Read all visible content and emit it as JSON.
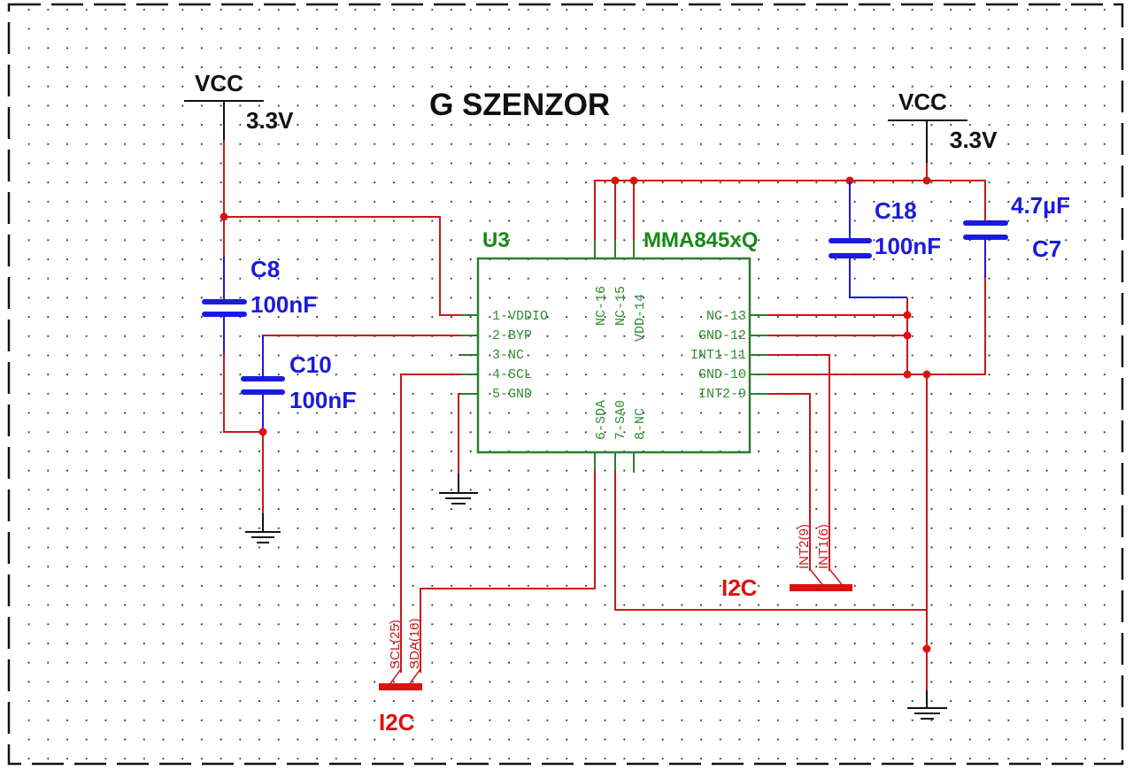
{
  "title": "G SZENZOR",
  "power": [
    {
      "id": "vcc-left",
      "name": "VCC",
      "voltage": "3.3V"
    },
    {
      "id": "vcc-right",
      "name": "VCC",
      "voltage": "3.3V"
    }
  ],
  "ic": {
    "refdes": "U3",
    "part": "MMA845xQ",
    "pins_left": [
      "1-VDDIO",
      "2-BYP",
      "3-NC",
      "4-SCL",
      "5-GND"
    ],
    "pins_right": [
      "NC-13",
      "GND-12",
      "INT1-11",
      "GND-10",
      "INT2-9"
    ],
    "pins_top": [
      "NC-16",
      "NC-15",
      "VDD-14"
    ],
    "pins_bottom": [
      "6-SDA",
      "7-SA0",
      "8-NC"
    ]
  },
  "capacitors": [
    {
      "refdes": "C8",
      "value": "100nF"
    },
    {
      "refdes": "C10",
      "value": "100nF"
    },
    {
      "refdes": "C18",
      "value": "100nF"
    },
    {
      "refdes": "C7",
      "value": "4.7µF"
    }
  ],
  "buses": [
    {
      "name": "I2C",
      "entries": [
        "SCL(25)",
        "SDA(16)"
      ]
    },
    {
      "name": "I2C",
      "entries": [
        "INT2(9)",
        "INT1(6)"
      ]
    }
  ],
  "colors": {
    "wire": "#c81818",
    "component": "#1a1adf",
    "ic": "#168a16",
    "bus": "#e01010",
    "text": "#111111"
  }
}
